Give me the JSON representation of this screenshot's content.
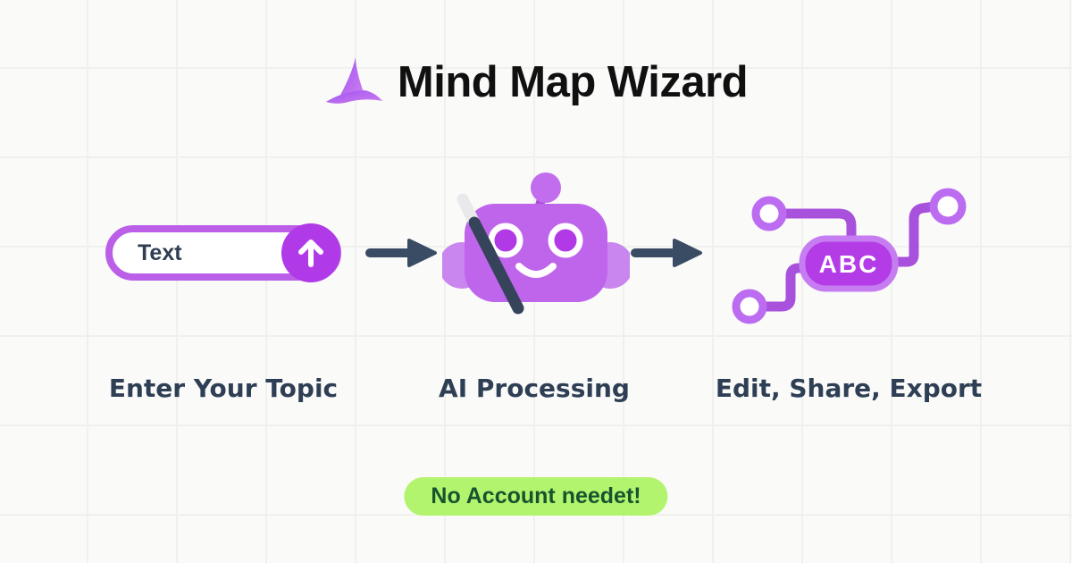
{
  "header": {
    "title": "Mind Map Wizard",
    "logo_icon": "wizard-hat-icon"
  },
  "steps": [
    {
      "id": "enter-topic",
      "label": "Enter Your Topic",
      "icon": "text-input-with-submit",
      "input": {
        "value": "Text",
        "submit_icon": "arrow-up-icon"
      }
    },
    {
      "id": "ai-processing",
      "label": "AI Processing",
      "icon": "robot-with-magic-wand-icon"
    },
    {
      "id": "edit-share-export",
      "label": "Edit, Share, Export",
      "icon": "mind-map-icon",
      "node_text": "ABC"
    }
  ],
  "flow": {
    "arrow_icon": "arrow-right-icon",
    "arrow_count": 2
  },
  "badge": {
    "text": "No Account needet!"
  },
  "colors": {
    "background": "#fafaf9",
    "grid_line": "#f0f0ee",
    "title_text": "#101010",
    "accent_purple": "#b13ae8",
    "light_purple_border": "#bb5fe8",
    "lighter_purple": "#c77df2",
    "connector_purple": "#a851dc",
    "robot_head_purple": "#bf65ec",
    "dark_navy": "#2e3f55",
    "wand_dark": "#35445a",
    "badge_background": "#b3f46e",
    "badge_text": "#17542e"
  }
}
